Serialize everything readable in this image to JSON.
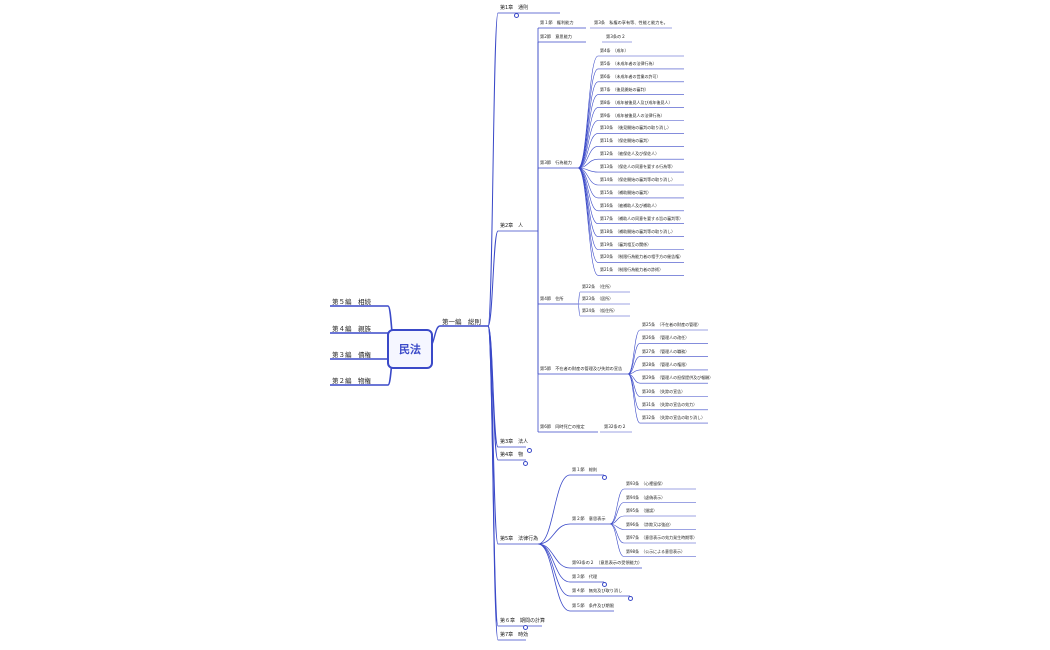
{
  "colors": {
    "branch": "#3a49c8",
    "text": "#222222"
  },
  "root": "民法",
  "left_branches": [
    "第５編　相続",
    "第４編　親族",
    "第３編　債権",
    "第２編　物権"
  ],
  "main_branch": "第一編　総則",
  "chapters": {
    "ch1": "第1章　通則",
    "ch2": "第2章　人",
    "ch3": "第3章　法人",
    "ch4": "第4章　物",
    "ch5": "第5章　法律行為",
    "ch6": "第６章　期間の計算",
    "ch7": "第7章　時効"
  },
  "ch2_sections": {
    "s1": "第１節　権利能力",
    "s1_art": "第3条　私権の享有等、性能と能力を。",
    "s2": "第2節　意思能力",
    "s2_art": "第3条の２",
    "s3": "第3節　行為能力",
    "s4": "第4節　住所",
    "s5": "第5節　不在者の財産の管理及び失踪の宣告",
    "s6": "第6節　同時死亡の推定",
    "s6_art": "第32条の２"
  },
  "s3_articles": [
    "第4条　（成年）",
    "第5条　（未成年者の法律行為）",
    "第6条　（未成年者の営業の許可）",
    "第7条　（後見開始の審判）",
    "第8条　（成年被後見人及び成年後見人）",
    "第9条　（成年被後見人の法律行為）",
    "第10条　（後見開始の審判の取り消し）",
    "第11条　（保佐開始の審判）",
    "第12条　（被保佐人及び保佐人）",
    "第13条　（保佐人の同意を要する行為等）",
    "第14条　（保佐開始の審判等の取り消し）",
    "第15条　（補助開始の審判）",
    "第16条　（被補助人及び補助人）",
    "第17条　（補助人の同意を要する旨の審判等）",
    "第18条　（補助開始の審判等の取り消し）",
    "第19条　（審判相互の関係）",
    "第20条　（制限行為能力者の相手方の催告権）",
    "第21条　（制限行為能力者の詐術）"
  ],
  "s4_articles": [
    "第22条　（住所）",
    "第23条　（居所）",
    "第24条　（仮住所）"
  ],
  "s5_articles": [
    "第25条　（不在者の財産の管理）",
    "第26条　（管理人の改任）",
    "第27条　（管理人の職務）",
    "第28条　（管理人の権限）",
    "第29条　（管理人の担保提供及び報酬）",
    "第30条　（失踪の宣告）",
    "第31条　（失踪の宣告の効力）",
    "第32条　（失踪の宣告の取り消し）"
  ],
  "ch5_sections": {
    "s1": "第１節　総則",
    "s2": "第２節　意思表示",
    "s2b": "第93条の２　（意思表示の受領能力）",
    "s3": "第３節　代理",
    "s4": "第４節　無効及び取り消し",
    "s5": "第５節　条件及び期限"
  },
  "ch5_s2_articles": [
    "第93条　（心裡留保）",
    "第94条　（虚偽表示）",
    "第95条　（錯誤）",
    "第96条　（詐欺又は強迫）",
    "第97条　（意思表示の効力発生時期等）",
    "第98条　（公示による意思表示）"
  ]
}
